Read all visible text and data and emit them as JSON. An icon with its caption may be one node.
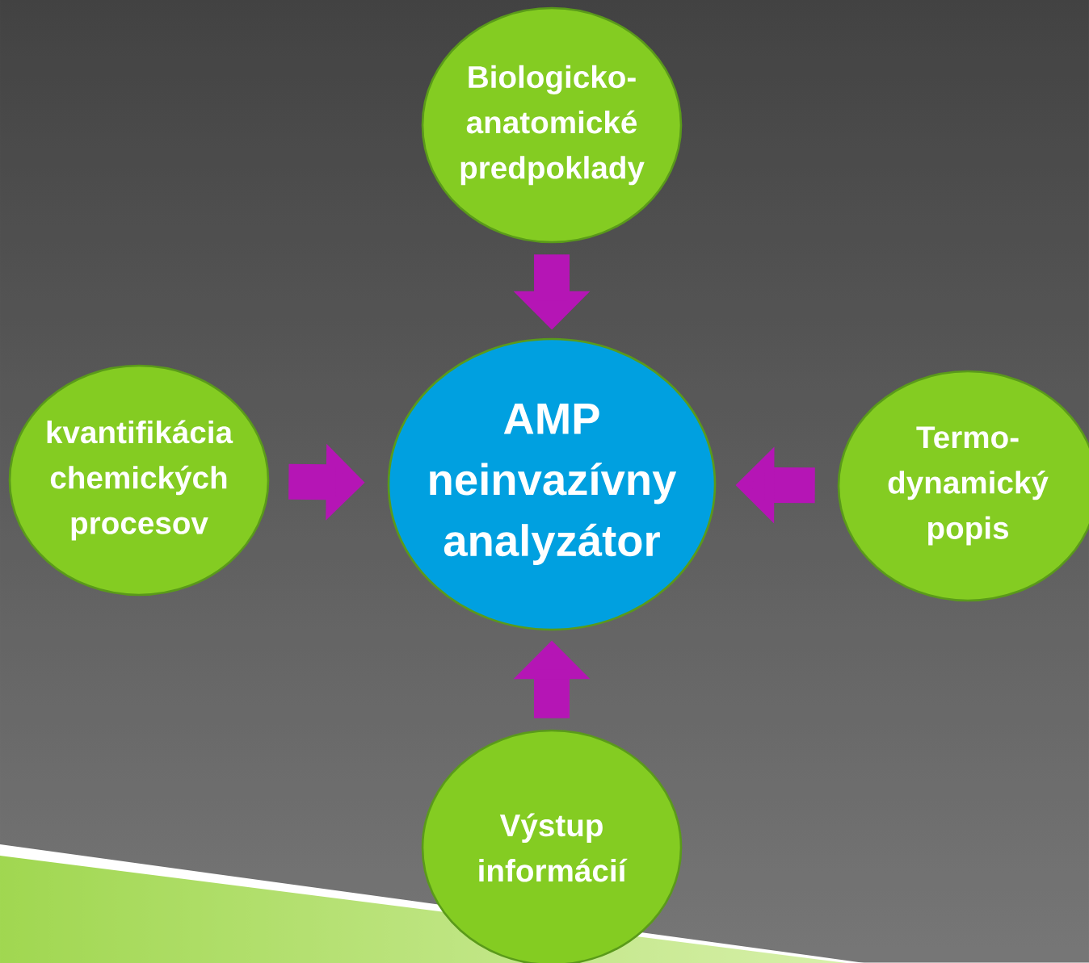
{
  "diagram": {
    "nodes": [
      {
        "text": [
          "Biologicko-anatomické predpoklady"
        ]
      },
      {
        "text": [
          "AMP neinvazívny analyzátor"
        ]
      },
      {
        "text": [
          "kvantifikácia chemických procesov"
        ]
      },
      {
        "text": [
          "Termo-dynamický popis"
        ]
      },
      {
        "text": [
          "Výstup informácií"
        ]
      }
    ],
    "edges": [
      {
        "from": 0,
        "to": 1,
        "arrow": "to"
      },
      {
        "from": 2,
        "to": 1,
        "arrow": "to"
      },
      {
        "from": 3,
        "to": 1,
        "arrow": "to"
      },
      {
        "from": 4,
        "to": 1,
        "arrow": "to"
      }
    ]
  }
}
